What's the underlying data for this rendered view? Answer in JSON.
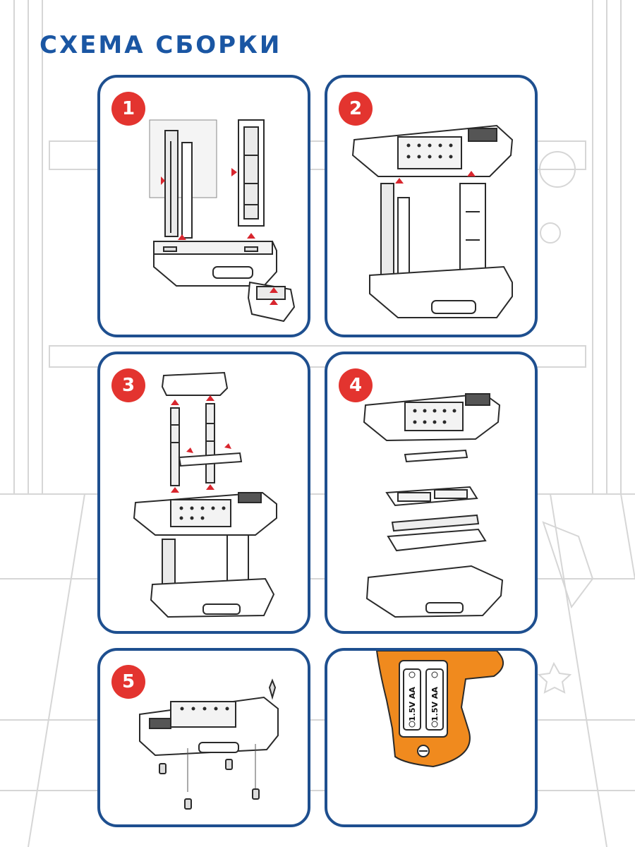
{
  "header": {
    "title": "СХЕМА СБОРКИ"
  },
  "steps": [
    {
      "number": "1"
    },
    {
      "number": "2"
    },
    {
      "number": "3"
    },
    {
      "number": "4"
    },
    {
      "number": "5"
    }
  ],
  "battery": {
    "label_1": "1.5V AA",
    "label_2": "1.5V AA"
  },
  "colors": {
    "title": "#1a56a3",
    "panel_border": "#1e4f8f",
    "badge": "#e3342f",
    "arrow": "#d8262e",
    "drill_body": "#f08a1e",
    "line": "#2a2a2a",
    "background_sketch": "#d4d4d4"
  },
  "icons": [
    "background-workshop-sketch",
    "part-arrow-icon",
    "battery-icon",
    "drill-handle"
  ]
}
